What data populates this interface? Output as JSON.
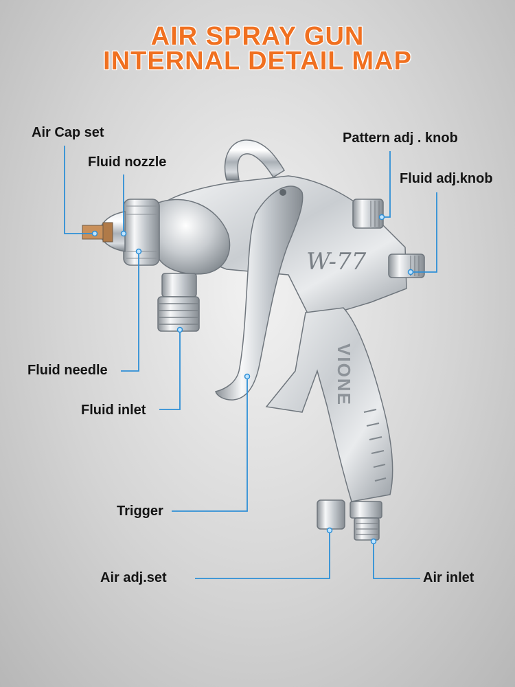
{
  "title": {
    "line1": "AIR SPRAY GUN",
    "line2": "INTERNAL DETAIL MAP"
  },
  "gun": {
    "model_mark": "W-77",
    "brand_mark": "VIONE"
  },
  "labels": {
    "air_cap_set": "Air Cap set",
    "fluid_nozzle": "Fluid nozzle",
    "fluid_needle": "Fluid needle",
    "fluid_inlet": "Fluid inlet",
    "trigger": "Trigger",
    "air_adj_set": "Air adj.set",
    "pattern_adj_knob": "Pattern adj . knob",
    "fluid_adj_knob": "Fluid adj.knob",
    "air_inlet": "Air inlet"
  },
  "colors": {
    "title": "#f07020",
    "leader_line": "#2e8fd6",
    "label_text": "#141414"
  }
}
